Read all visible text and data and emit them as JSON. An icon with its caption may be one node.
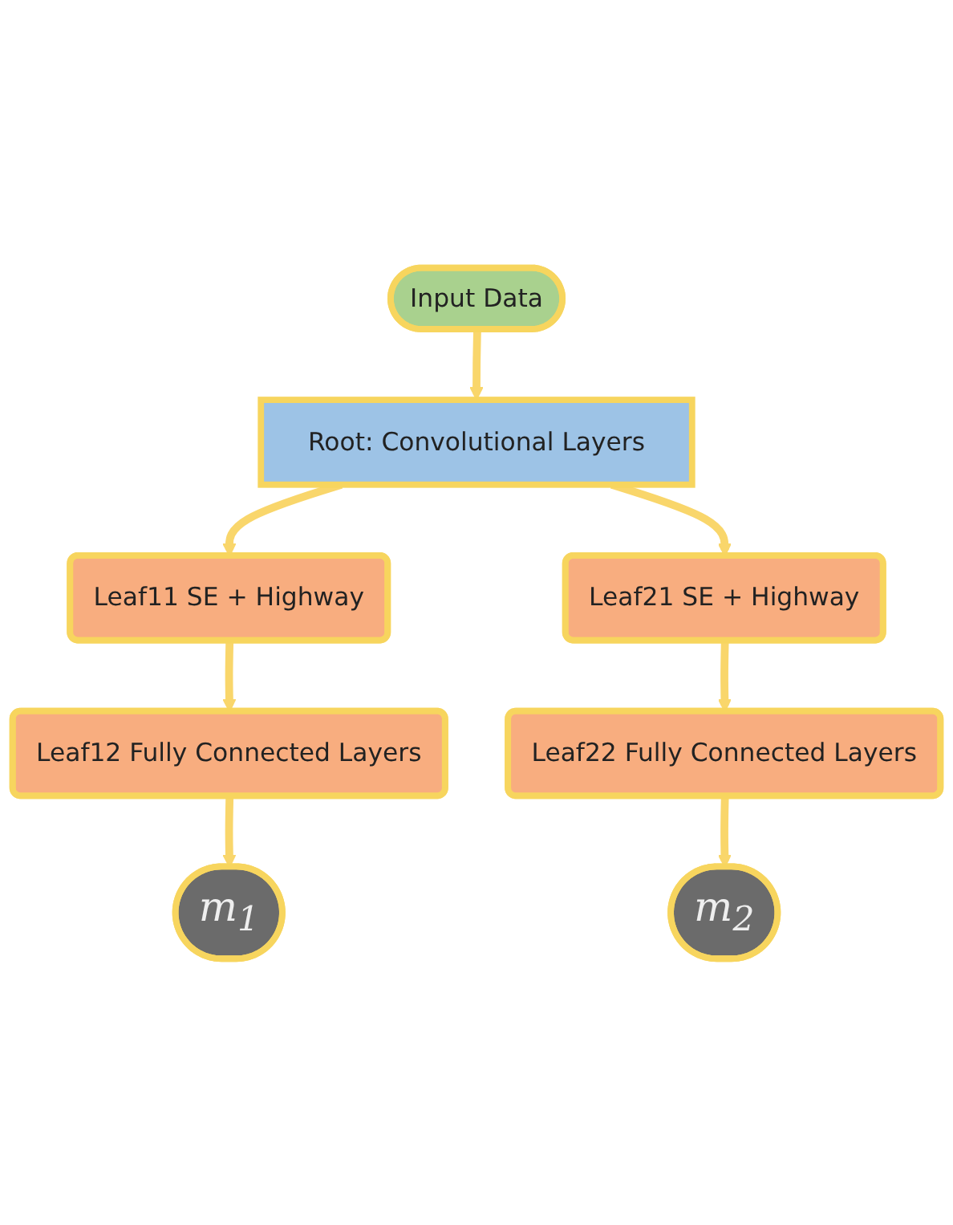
{
  "diagram": {
    "nodes": [
      {
        "text": [
          "Input Data"
        ]
      },
      {
        "text": [
          "Root: Convolutional Layers"
        ]
      },
      {
        "text": [
          "Leaf11 SE + Highway"
        ]
      },
      {
        "text": [
          "Leaf21 SE + Highway"
        ]
      },
      {
        "text": [
          "Leaf12 Fully Connected Layers"
        ]
      },
      {
        "text": [
          "Leaf22 Fully Connected Layers"
        ]
      },
      {
        "text": [
          "m$_{1}$"
        ]
      },
      {
        "text": [
          "m$_{2}$"
        ]
      }
    ],
    "edges": [
      {
        "from": 0,
        "to": 1,
        "arrow": "to"
      },
      {
        "from": 1,
        "to": 2,
        "arrow": "to"
      },
      {
        "from": 1,
        "to": 3,
        "arrow": "to"
      },
      {
        "from": 2,
        "to": 4,
        "arrow": "to"
      },
      {
        "from": 3,
        "to": 5,
        "arrow": "to"
      },
      {
        "from": 4,
        "to": 6,
        "arrow": "to"
      },
      {
        "from": 5,
        "to": 7,
        "arrow": "to"
      }
    ]
  }
}
